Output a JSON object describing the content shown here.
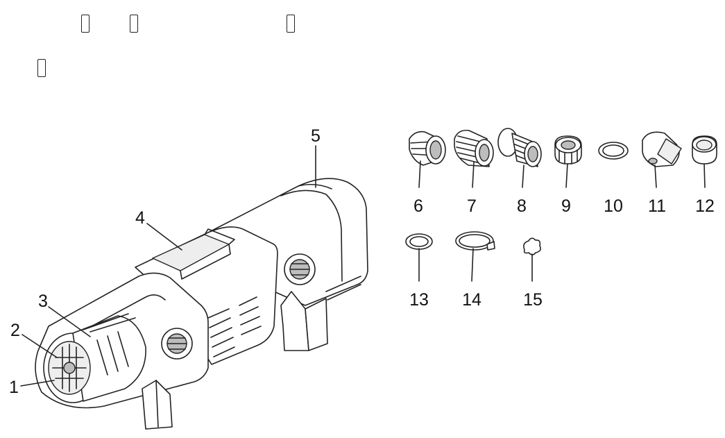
{
  "diagram": {
    "placeholder_glyphs": [
      "missing-glyph",
      "missing-glyph",
      "missing-glyph",
      "missing-glyph"
    ],
    "callouts": [
      "1",
      "2",
      "3",
      "4",
      "5",
      "6",
      "7",
      "8",
      "9",
      "10",
      "11",
      "12",
      "13",
      "14",
      "15"
    ]
  }
}
